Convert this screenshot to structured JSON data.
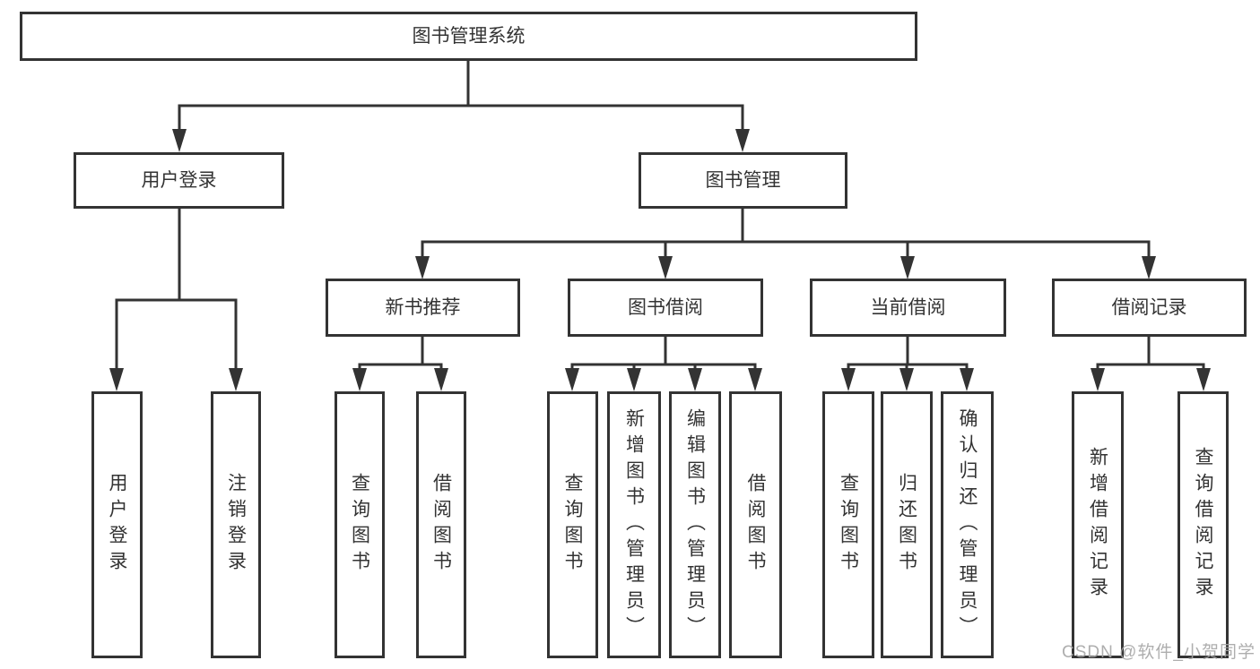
{
  "tree": {
    "root": {
      "label": "图书管理系统",
      "children": [
        {
          "label": "用户登录",
          "children": [
            {
              "label": "用户登录"
            },
            {
              "label": "注销登录"
            }
          ]
        },
        {
          "label": "图书管理",
          "children": [
            {
              "label": "新书推荐",
              "children": [
                {
                  "label": "查询图书"
                },
                {
                  "label": "借阅图书"
                }
              ]
            },
            {
              "label": "图书借阅",
              "children": [
                {
                  "label": "查询图书"
                },
                {
                  "label": "新增图书（管理员）"
                },
                {
                  "label": "编辑图书（管理员）"
                },
                {
                  "label": "借阅图书"
                }
              ]
            },
            {
              "label": "当前借阅",
              "children": [
                {
                  "label": "查询图书"
                },
                {
                  "label": "归还图书"
                },
                {
                  "label": "确认归还（管理员）"
                }
              ]
            },
            {
              "label": "借阅记录",
              "children": [
                {
                  "label": "新增借阅记录"
                },
                {
                  "label": "查询借阅记录"
                }
              ]
            }
          ]
        }
      ]
    }
  },
  "watermark": {
    "text": "CSDN @软件_小贺同学"
  },
  "colors": {
    "line": "#333333",
    "text": "#333333",
    "background": "#ffffff",
    "watermark": "#a5a5a5"
  }
}
